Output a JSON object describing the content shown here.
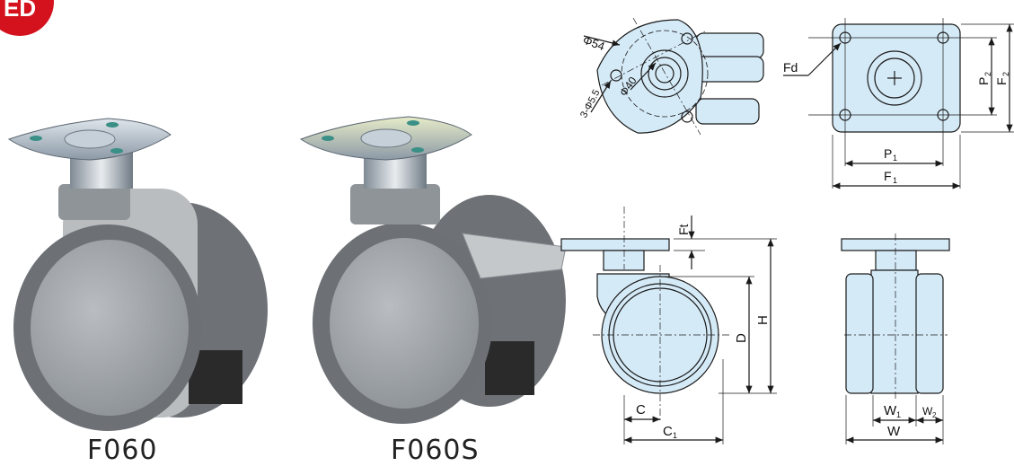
{
  "badge": {
    "text": "ED",
    "color": "#d4121d"
  },
  "products": [
    {
      "model": "F060"
    },
    {
      "model": "F060S"
    }
  ],
  "drawing": {
    "fill_color": "#d5eaf7",
    "line_color": "#1a1a1a",
    "top_view": {
      "dim_pcd": "Φ54",
      "dim_hole_circle": "Φ40",
      "dim_holes": "3-Φ5.5"
    },
    "plate_view": {
      "label_fd": "Fd",
      "label_p1": "P",
      "label_p1_sub": "1",
      "label_f1": "F",
      "label_f1_sub": "1",
      "label_p2": "P",
      "label_p2_sub": "2",
      "label_f2": "F",
      "label_f2_sub": "2"
    },
    "side_view": {
      "label_ft": "Ft",
      "label_d": "D",
      "label_h": "H",
      "label_c": "C",
      "label_c1": "C",
      "label_c1_sub": "1"
    },
    "front_view": {
      "label_w1": "W",
      "label_w1_sub": "1",
      "label_w2": "W",
      "label_w2_sub": "2",
      "label_w": "W"
    }
  }
}
